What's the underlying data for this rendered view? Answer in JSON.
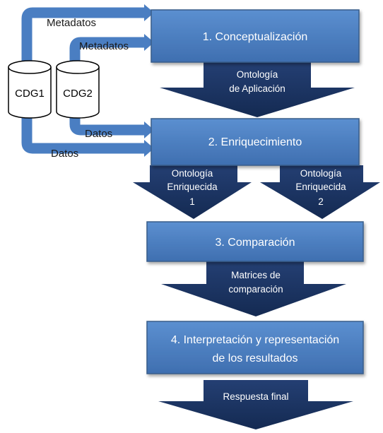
{
  "steps": {
    "s1": "1. Conceptualización",
    "s2": "2. Enriquecimiento",
    "s3": "3. Comparación",
    "s4_line1": "4. Interpretación y representación",
    "s4_line2": "de los  resultados"
  },
  "outputs": {
    "ontologia_aplicacion": [
      "Ontología",
      "de Aplicación"
    ],
    "ontologia_enriquecida_1": [
      "Ontología",
      "Enriquecida",
      "1"
    ],
    "ontologia_enriquecida_2": [
      "Ontología",
      "Enriquecida",
      "2"
    ],
    "matrices": [
      "Matrices de",
      "comparación"
    ],
    "respuesta": [
      "Respuesta final"
    ]
  },
  "databases": {
    "cdg1": "CDG1",
    "cdg2": "CDG2"
  },
  "flows": {
    "metadatos_1": "Metadatos",
    "metadatos_2": "Metadatos",
    "datos_2": "Datos",
    "datos_1": "Datos"
  },
  "colors": {
    "step_fill": "#4f81bd",
    "step_border": "#385d8a",
    "output_arrow": "#1f3864",
    "connector": "#4f81bd",
    "db_stroke": "#000000",
    "db_fill": "#ffffff"
  }
}
